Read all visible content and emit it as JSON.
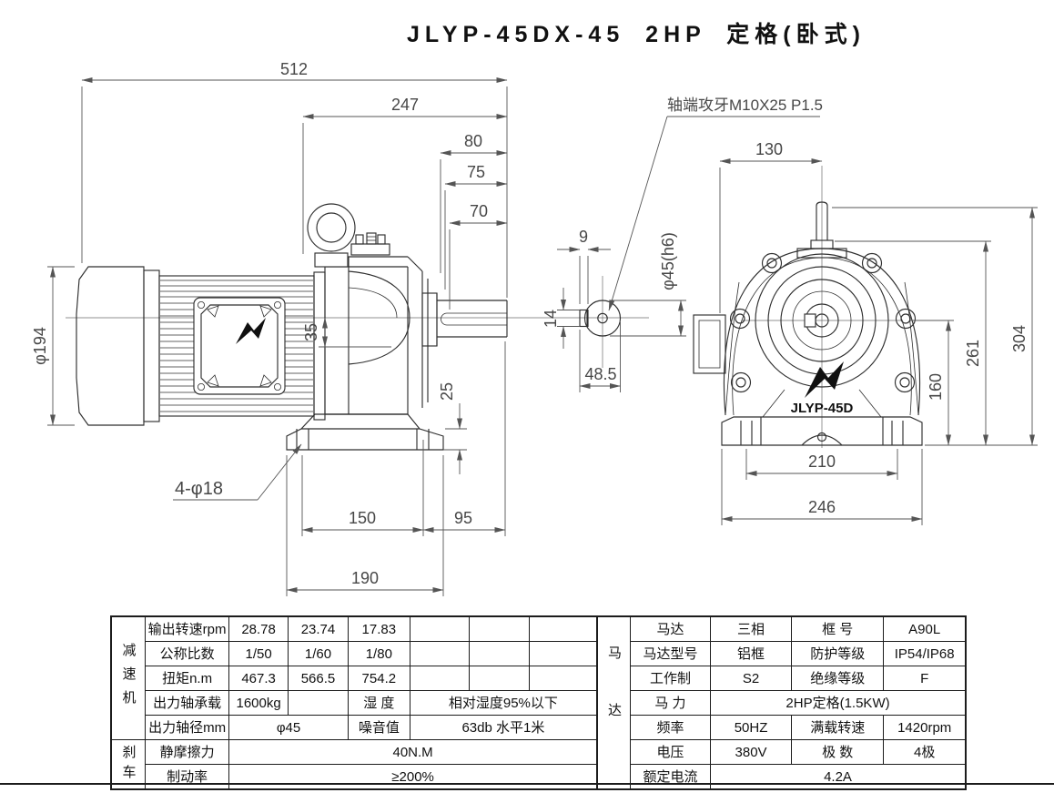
{
  "title": "JLYP-45DX-45  2HP 定格(卧式)",
  "side_view": {
    "dim_overall_length": "512",
    "dim_gear_length": "247",
    "dim_80": "80",
    "dim_75": "75",
    "dim_70": "70",
    "dim_fan_diameter": "φ194",
    "dim_35": "35",
    "dim_foot_thickness": "25",
    "callout_foot_holes": "4-φ18",
    "dim_bolt_span": "150",
    "dim_95": "95",
    "dim_base_length": "190"
  },
  "shaft_detail": {
    "callout_tap": "轴端攻牙M10X25 P1.5",
    "dim_key_width": "9",
    "dim_key_depth": "14",
    "dim_flat_to_od": "48.5",
    "dim_shaft_diameter": "φ45(h6)"
  },
  "front_view": {
    "dim_width_130": "130",
    "dim_height_160": "160",
    "dim_height_261": "261",
    "dim_height_304": "304",
    "dim_foot_span_210": "210",
    "dim_base_width_246": "246",
    "model_label": "JLYP-45D"
  },
  "reducer": {
    "section_label": "减速机",
    "rows": {
      "speed": {
        "label": "输出转速rpm",
        "v1": "28.78",
        "v2": "23.74",
        "v3": "17.83"
      },
      "ratio": {
        "label": "公称比数",
        "v1": "1/50",
        "v2": "1/60",
        "v3": "1/80"
      },
      "torque": {
        "label": "扭矩n.m",
        "v1": "467.3",
        "v2": "566.5",
        "v3": "754.2"
      },
      "load": {
        "label": "出力轴承载",
        "value": "1600kg",
        "k2": "湿 度",
        "v2": "相对湿度95%以下"
      },
      "shaft": {
        "label": "出力轴径mm",
        "value": "φ45",
        "k2": "噪音值",
        "v2": "63db 水平1米"
      }
    }
  },
  "brake": {
    "section_label": "刹车",
    "rows": {
      "friction": {
        "label": "静摩擦力",
        "value": "40N.M"
      },
      "rate": {
        "label": "制动率",
        "value": "≥200%"
      }
    }
  },
  "motor": {
    "section_label": "马达",
    "rows": [
      {
        "k1": "马达",
        "v1": "三相",
        "k2": "框 号",
        "v2": "A90L"
      },
      {
        "k1": "马达型号",
        "v1": "铝框",
        "k2": "防护等级",
        "v2": "IP54/IP68"
      },
      {
        "k1": "工作制",
        "v1": "S2",
        "k2": "绝缘等级",
        "v2": "F"
      },
      {
        "k1": "马 力",
        "v1": "2HP定格(1.5KW)"
      },
      {
        "k1": "频率",
        "v1": "50HZ",
        "k2": "满载转速",
        "v2": "1420rpm"
      },
      {
        "k1": "电压",
        "v1": "380V",
        "k2": "极 数",
        "v2": "4极"
      },
      {
        "k1": "额定电流",
        "v1": "4.2A"
      }
    ]
  }
}
